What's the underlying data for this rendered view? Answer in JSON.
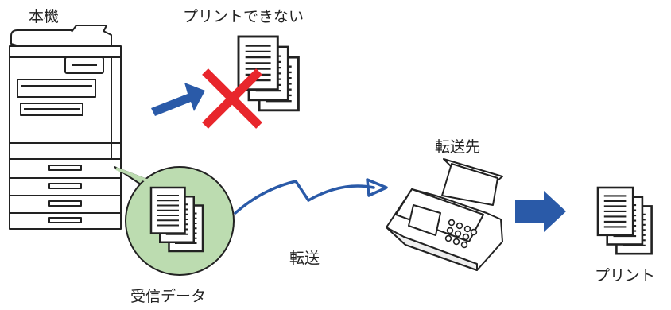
{
  "labels": {
    "machine": "本機",
    "cannot_print": "プリントできない",
    "destination": "転送先",
    "forward": "転送",
    "received_data": "受信データ",
    "print": "プリント"
  },
  "colors": {
    "arrow_blue": "#2a5aa8",
    "cross_red": "#e8262c",
    "bubble_green": "#bcdcb0",
    "outline": "#222222"
  }
}
